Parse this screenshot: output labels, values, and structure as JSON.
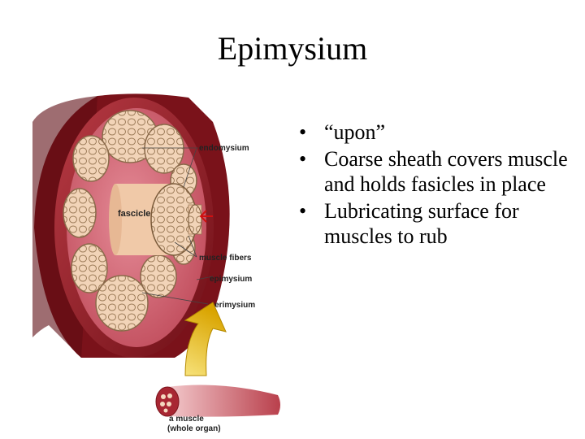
{
  "slide": {
    "title": "Epimysium"
  },
  "diagram": {
    "labels": {
      "endomysium": "endomysium",
      "fascicle": "fascicle",
      "muscle_fibers": "muscle fibers",
      "epimysium": "epimysium",
      "perimysium": "perimysium",
      "muscle_line1": "a muscle",
      "muscle_line2": "(whole organ)"
    },
    "colors": {
      "epimysium_outer": "#8e1b22",
      "perimysium_tissue": "#d46b78",
      "fascicle_fill": "#f2d4b8",
      "fiber_outline": "#8a6a4a",
      "arrow_yellow": "#f2c400",
      "pointer_red": "#d01010"
    }
  },
  "bullets": [
    {
      "marker": "•",
      "text": "“upon”"
    },
    {
      "marker": "•",
      "text": "Coarse sheath covers muscle and holds fasicles in place"
    },
    {
      "marker": "•",
      "text": "Lubricating surface for muscles to rub"
    }
  ]
}
